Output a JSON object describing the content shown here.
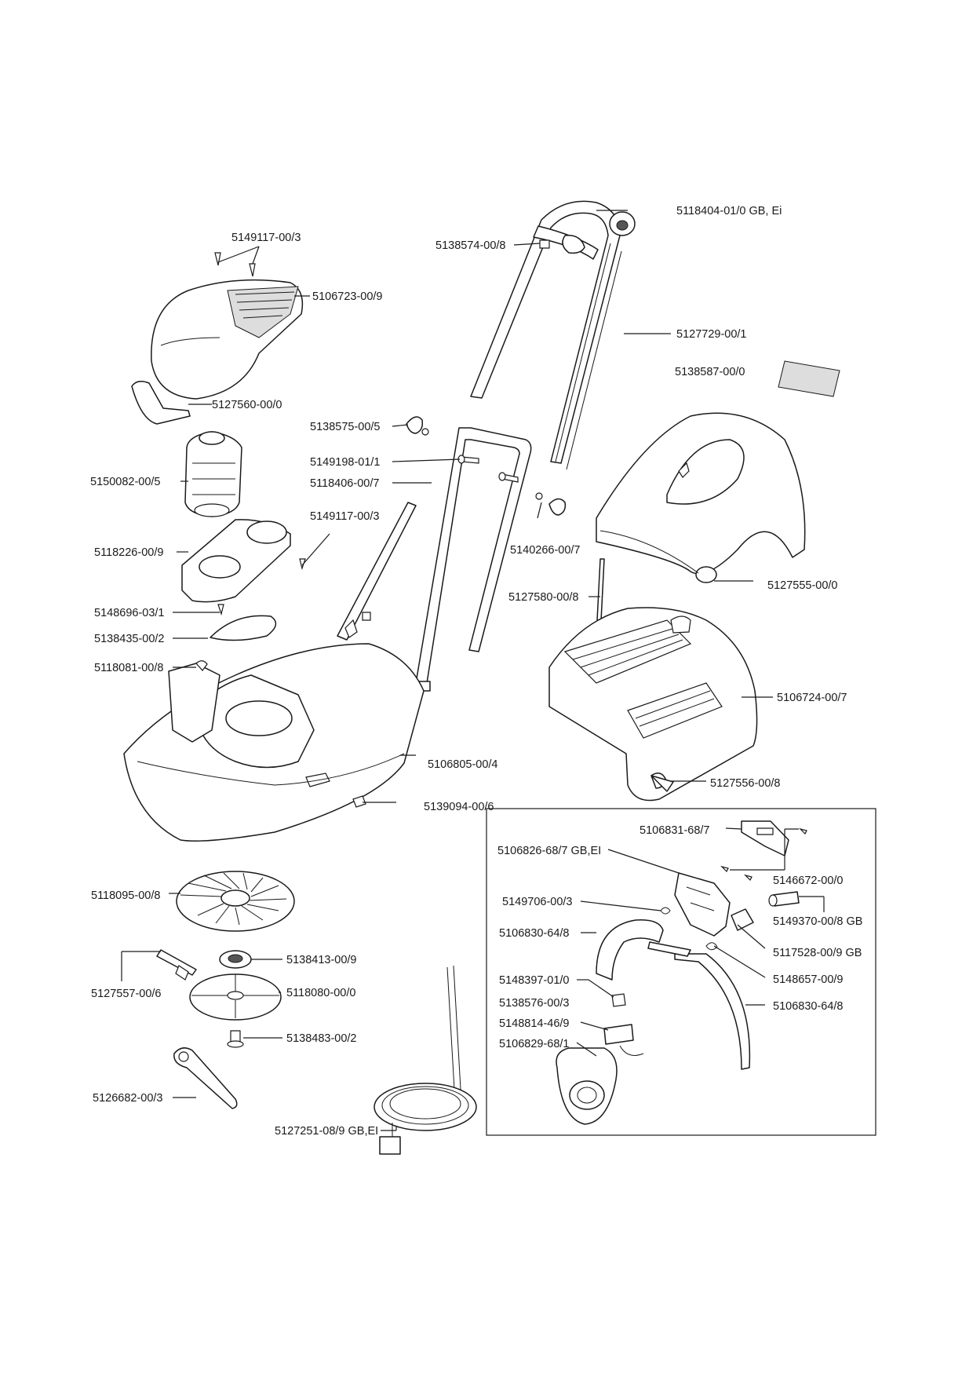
{
  "labels": {
    "p5149117_a": "5149117-00/3",
    "p5106723": "5106723-00/9",
    "p5127560": "5127560-00/0",
    "p5150082": "5150082-00/5",
    "p5118226": "5118226-00/9",
    "p5149117_b": "5149117-00/3",
    "p5148696": "5148696-03/1",
    "p5138435": "5138435-00/2",
    "p5118081": "5118081-00/8",
    "p5138575": "5138575-00/5",
    "p5149198": "5149198-01/1",
    "p5118406": "5118406-00/7",
    "p5138574": "5138574-00/8",
    "p5118404": "5118404-01/0 GB, Ei",
    "p5127729": "5127729-00/1",
    "p5138587": "5138587-00/0",
    "p5140266": "5140266-00/7",
    "p5127580": "5127580-00/8",
    "p5127555": "5127555-00/0",
    "p5106724": "5106724-00/7",
    "p5106805": "5106805-00/4",
    "p5127556": "5127556-00/8",
    "p5139094": "5139094-00/6",
    "p5118095": "5118095-00/8",
    "p5138413": "5138413-00/9",
    "p5127557": "5127557-00/6",
    "p5118080": "5118080-00/0",
    "p5138483": "5138483-00/2",
    "p5126682": "5126682-00/3",
    "p5127251": "5127251-08/9 GB,EI",
    "p5106831": "5106831-68/7",
    "p5106826": "5106826-68/7 GB,EI",
    "p5146672": "5146672-00/0",
    "p5149706": "5149706-00/3",
    "p5149370": "5149370-00/8 GB",
    "p5106830_a": "5106830-64/8",
    "p5117528": "5117528-00/9 GB",
    "p5148657": "5148657-00/9",
    "p5148397": "5148397-01/0",
    "p5106830_b": "5106830-64/8",
    "p5138576": "5138576-00/3",
    "p5148814": "5148814-46/9",
    "p5106829": "5106829-68/1"
  }
}
